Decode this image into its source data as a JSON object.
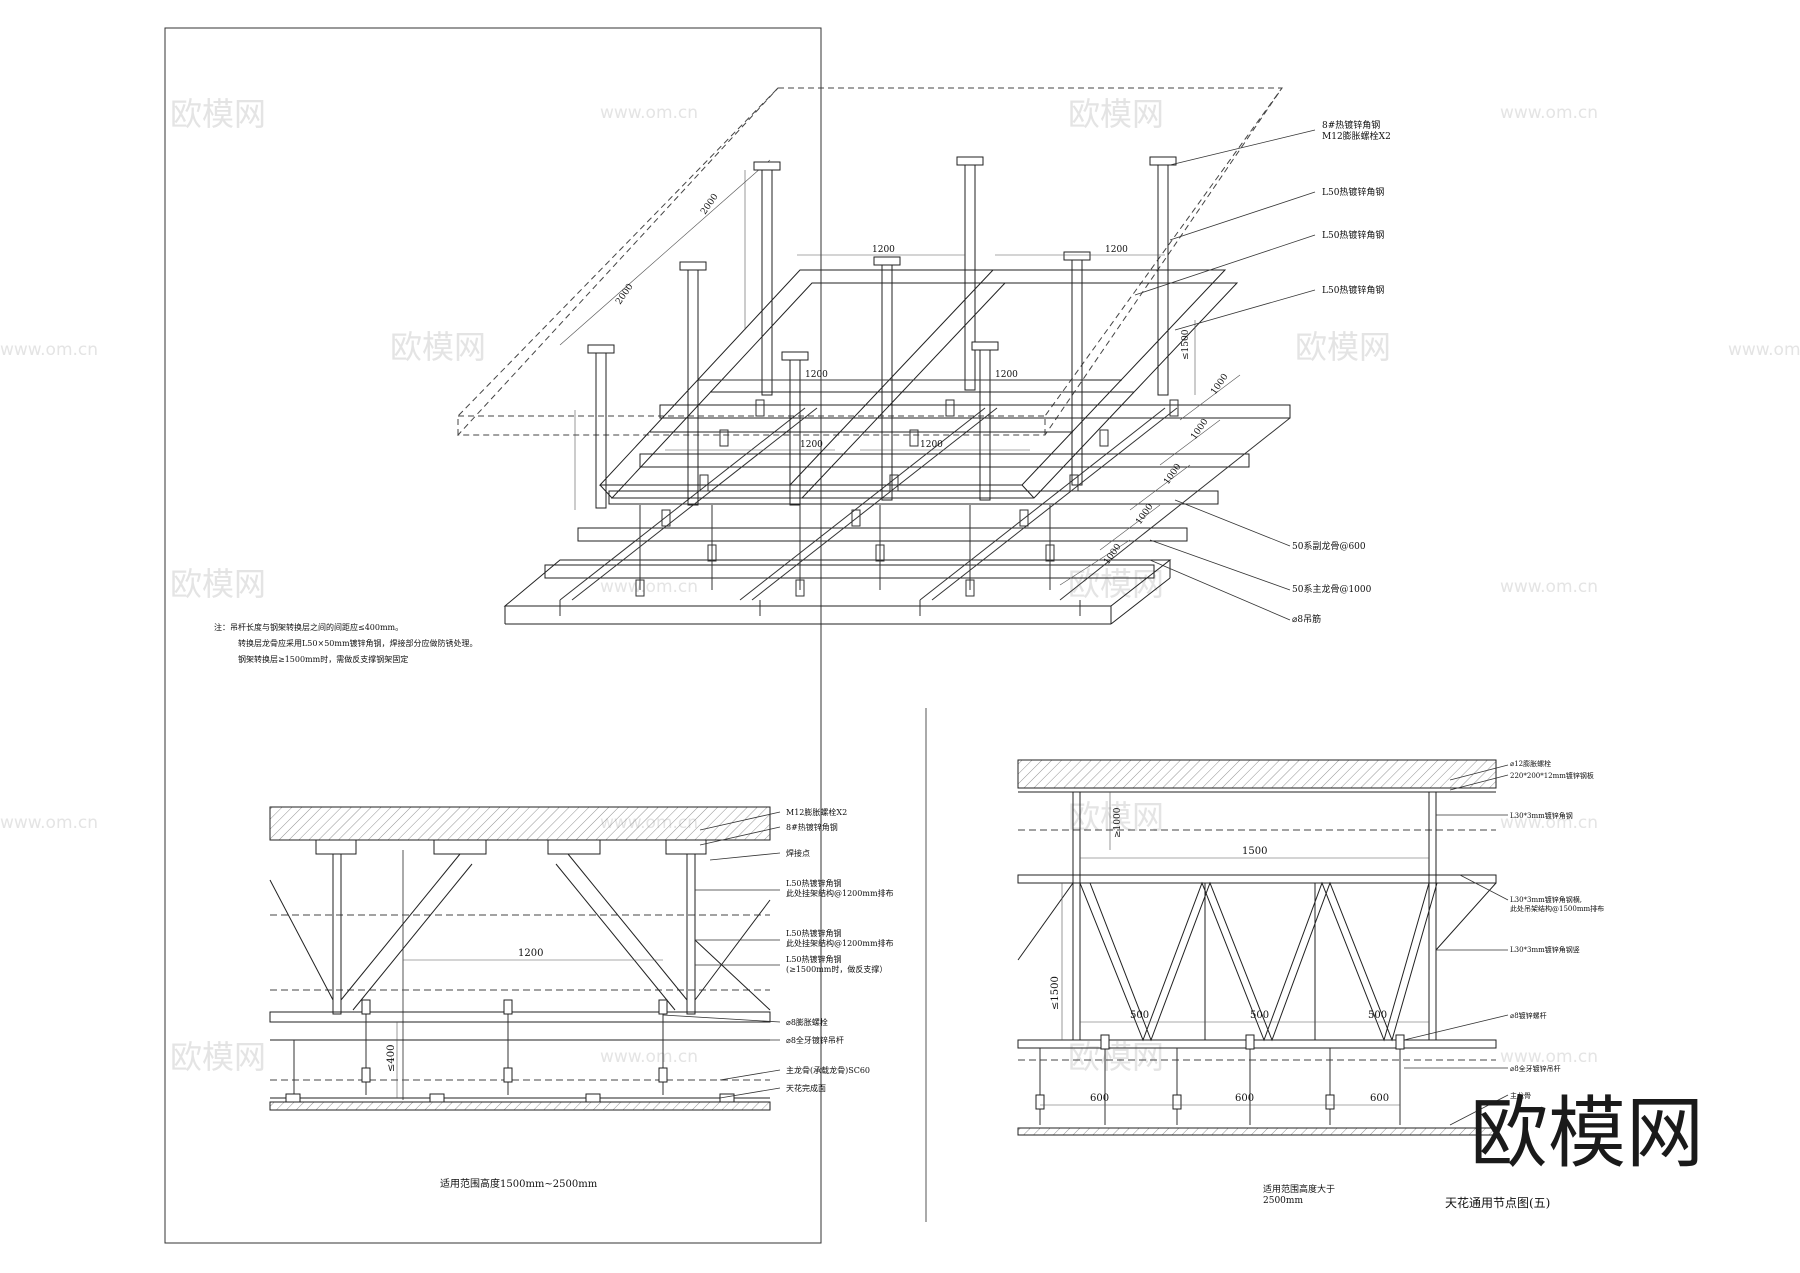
{
  "watermark": {
    "brand": "欧模网",
    "url": "www.om.cn",
    "big_brand": "欧模网"
  },
  "iso": {
    "labels": [
      "8#热镀锌角钢\nM12膨胀螺栓X2",
      "L50热镀锌角钢",
      "L50热镀锌角钢",
      "L50热镀锌角钢",
      "50系副龙骨@600",
      "50系主龙骨@1000",
      "⌀8吊筋"
    ],
    "dims": [
      "2000",
      "2000",
      "1200",
      "1200",
      "1200",
      "1200",
      "1200",
      "1200",
      "1000",
      "1000",
      "1000",
      "1000",
      "1000",
      "≤1500"
    ],
    "note": [
      "注：吊杆长度与钢架转换层之间的间距应≤400mm。",
      "转换层龙骨应采用L50×50mm镀锌角钢，焊接部分应做防锈处理。",
      "钢架转换层≥1500mm时，需做反支撑钢架固定"
    ]
  },
  "left_detail": {
    "labels": [
      "M12膨胀螺栓X2",
      "8#热镀锌角钢",
      "焊接点",
      "L50热镀锌角钢\n此处挂架结构@1200mm排布",
      "L50热镀锌角钢\n此处挂架结构@1200mm排布",
      "L50热镀锌角钢\n(≥1500mm时，做反支撑）",
      "⌀8膨胀螺栓",
      "⌀8全牙镀锌吊杆",
      "主龙骨(承载龙骨)SC60",
      "天花完成面"
    ],
    "dims": [
      "1200",
      "≤400"
    ],
    "caption": "适用范围高度1500mm~2500mm"
  },
  "right_detail": {
    "labels": [
      "⌀12膨胀螺栓",
      "220*200*12mm镀锌钢板",
      "L30*3mm镀锌角钢",
      "L30*3mm镀锌角钢横,\n此处吊架结构@1500mm排布",
      "L30*3mm镀锌角钢竖",
      "⌀8镀锌螺杆",
      "⌀8全牙镀锌吊杆",
      "主龙骨"
    ],
    "dims": [
      "≥1000",
      "1500",
      "≤1500",
      "500",
      "500",
      "500",
      "600",
      "600",
      "600"
    ],
    "caption": "适用范围高度大于\n2500mm"
  },
  "title": "天花通用节点图(五)"
}
